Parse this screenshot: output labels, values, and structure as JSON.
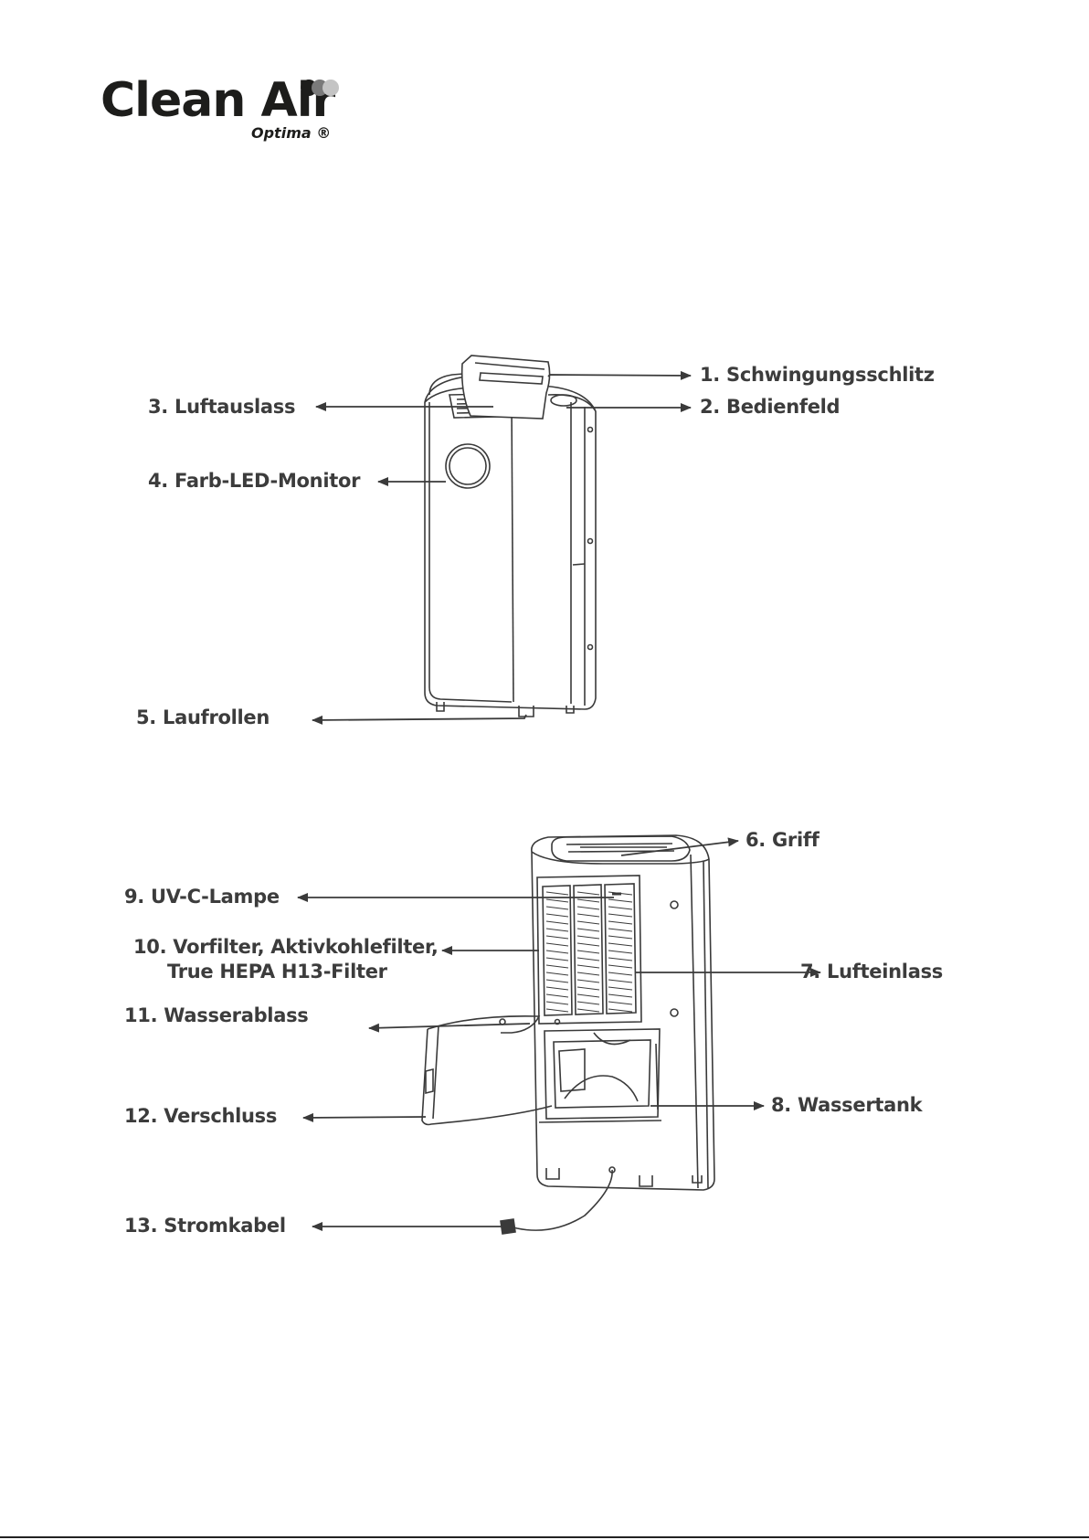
{
  "logo": {
    "brand": "Clean Air",
    "sub": "Optima ®"
  },
  "labels": {
    "l1": "1. Schwingungsschlitz",
    "l2": "2. Bedienfeld",
    "l3": "3. Luftauslass",
    "l4": "4. Farb-LED-Monitor",
    "l5": "5. Laufrollen",
    "l6": "6. Griff",
    "l7": "7. Lufteinlass",
    "l8": "8. Wassertank",
    "l9": "9. UV-C-Lampe",
    "l10a": "10. Vorfilter, Aktivkohlefilter,",
    "l10b": "True HEPA H13-Filter",
    "l11": "11. Wasserablass",
    "l12": "12. Verschluss",
    "l13": "13. Stromkabel"
  },
  "colors": {
    "text": "#3c3c3c",
    "line": "#3a3a3a",
    "logo": "#1d1d1b"
  }
}
